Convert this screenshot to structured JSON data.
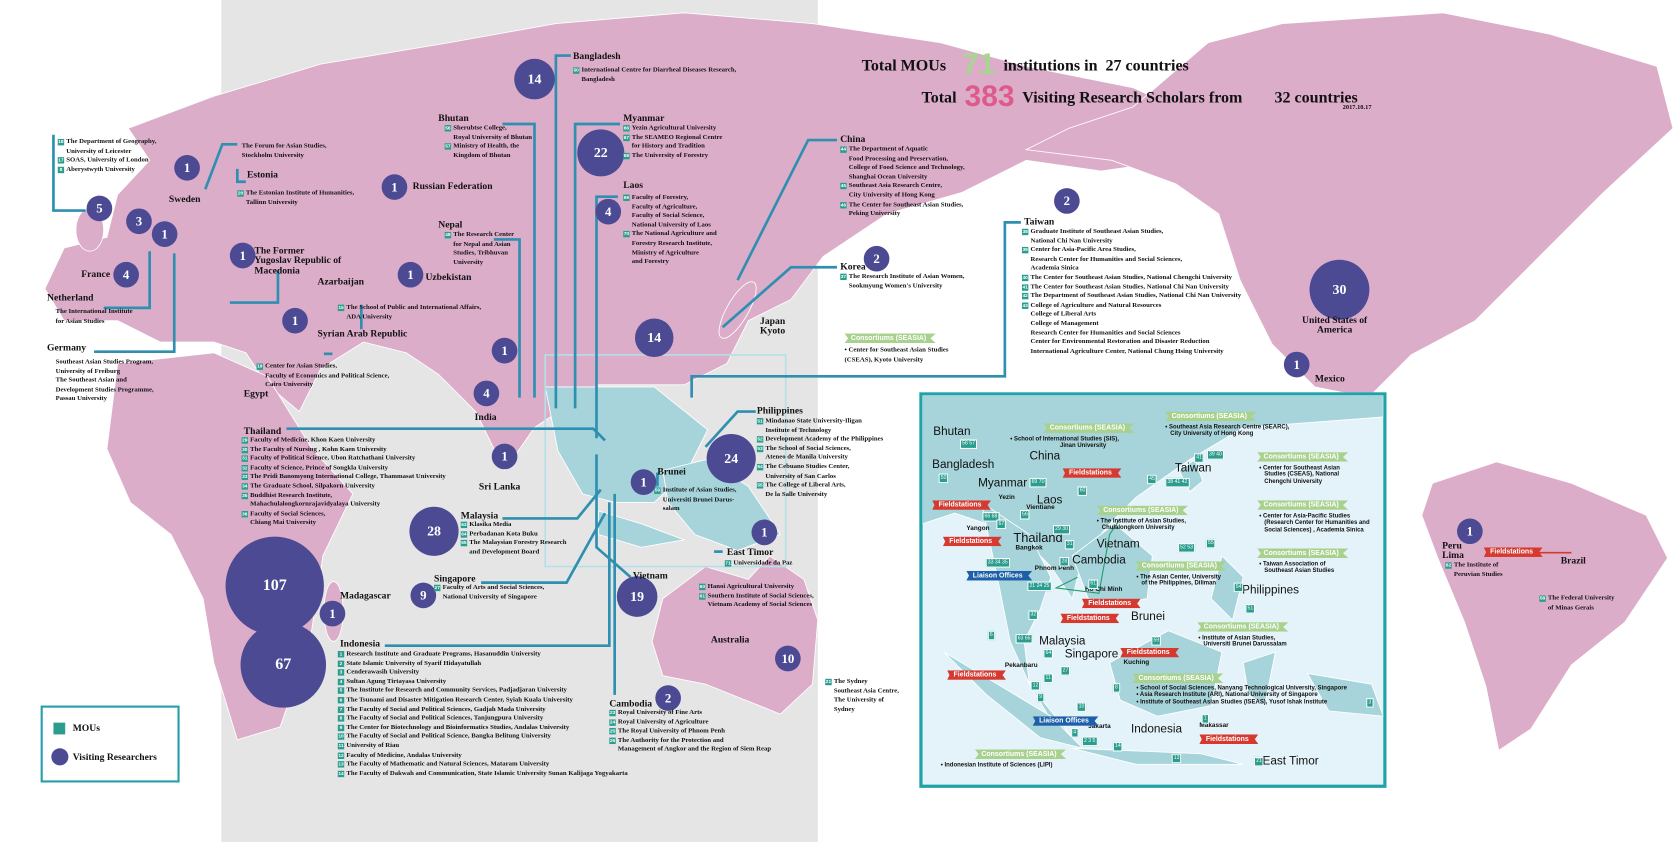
{
  "header": {
    "mou_label": "Total MOUs",
    "mou_count": "71",
    "mou_suffix": "institutions in",
    "mou_countries": "27",
    "countries_word": "countries",
    "visitors_label": "Total",
    "visitors_count": "383",
    "visitors_suffix": "Visiting Research Scholars from",
    "visitors_countries": "32",
    "visitors_countries_word": "countries",
    "date": "2017.10.17"
  },
  "legend": {
    "mous": "MOUs",
    "visitors": "Visiting Researchers"
  },
  "colors": {
    "land": "#dcadc9",
    "sea_band": "#e5e5e5",
    "seasia_land": "#a6d4da",
    "circle": "#4b4a93",
    "mou_badge": "#2a9d8f",
    "connector": "#2e8fb0",
    "mou_total": "#a8d692",
    "visitor_total": "#dd5a8a"
  },
  "circles": [
    "14",
    "1",
    "5",
    "3",
    "1",
    "4",
    "1",
    "1",
    "1",
    "1",
    "22",
    "4",
    "2",
    "2",
    "14",
    "1",
    "4",
    "1",
    "1",
    "24",
    "1",
    "28",
    "9",
    "19",
    "1",
    "107",
    "67",
    "2",
    "10",
    "30",
    "1",
    "1"
  ],
  "countries": [
    {
      "name": "",
      "items": [
        {
          "no": "18",
          "text": "The Department of Geography,\nUniversity of Leicester"
        },
        {
          "no": "17",
          "text": "SOAS, University of London"
        },
        {
          "no": "8",
          "text": "Aberystwyth University"
        }
      ]
    },
    {
      "name": "Sweden",
      "items": [
        {
          "no": "",
          "text": "The Forum for Asian Studies,\nStockholm University"
        }
      ]
    },
    {
      "name": "Estonia",
      "items": [
        {
          "no": "20",
          "text": "The Estonian Institute of Humanities,\nTallinn University"
        }
      ]
    },
    {
      "name": "Russian Federation",
      "items": []
    },
    {
      "name": "The Former\nYugoslav Republic of\nMacedonia",
      "items": []
    },
    {
      "name": "Netherland",
      "items": [
        {
          "no": "",
          "text": "The International Institute\nfor Asian Studies"
        }
      ]
    },
    {
      "name": "France",
      "items": []
    },
    {
      "name": "Germany",
      "items": [
        {
          "no": "",
          "text": "Southeast Asian Studies Program,\nUniversity of Freiburg"
        },
        {
          "no": "",
          "text": "The Southeast Asian and\nDevelopment Studies Programme,\nPassau University"
        }
      ]
    },
    {
      "name": "Azarbaijan",
      "items": [
        {
          "no": "15",
          "text": "The School of Public and International Affairs,\nADA University"
        }
      ]
    },
    {
      "name": "Syrian Arab Republic",
      "items": []
    },
    {
      "name": "Egypt",
      "items": [
        {
          "no": "19",
          "text": "Center for Asian Studies,\nFaculty of Economics and Political Science,\nCairo University"
        }
      ]
    },
    {
      "name": "Uzbekistan",
      "items": []
    },
    {
      "name": "Nepal",
      "items": [
        {
          "no": "48",
          "text": "The Research Center\nfor Nepal and Asian\nStudies, Tribhuvan\nUniversity"
        }
      ]
    },
    {
      "name": "Bhutan",
      "items": [
        {
          "no": "56",
          "text": "Sherubtse College,\nRoyal University of Bhutan"
        },
        {
          "no": "57",
          "text": "Ministry of Health, the\nKingdom of Bhutan"
        }
      ]
    },
    {
      "name": "Bangladesh",
      "items": [
        {
          "no": "50",
          "text": "International Centre for Diarrheal Diseases Research,\nBangladesh"
        }
      ]
    },
    {
      "name": "Myanmar",
      "items": [
        {
          "no": "66",
          "text": "Yezin Agricultural University"
        },
        {
          "no": "67",
          "text": "The SEAMEO Regional Centre\nfor History and Tradition"
        },
        {
          "no": "68",
          "text": "The University of Forestry"
        }
      ]
    },
    {
      "name": "Laos",
      "items": [
        {
          "no": "69",
          "text": "Faculty of Forestry,\nFaculty of Agriculture,\nFaculty of Social Science,\nNational University of Laos"
        },
        {
          "no": "70",
          "text": "The National Agriculture and\nForestry Research Institute,\nMinistry of Agriculture\nand Forestry"
        }
      ]
    },
    {
      "name": "China",
      "items": [
        {
          "no": "44",
          "text": "The Department of Aquatic\nFood Processing and Preservation,\nCollege of Food Science and Technology,\nShanghai Ocean University"
        },
        {
          "no": "45",
          "text": "Southeast Asia Research Centre,\nCity University of Hong Kong"
        },
        {
          "no": "46",
          "text": "The Center for Southeast Asian Studies,\nPeking University"
        }
      ]
    },
    {
      "name": "Korea",
      "items": [
        {
          "no": "37",
          "text": "The Research Institute of Asian Women,\nSookmyung Women's University"
        }
      ]
    },
    {
      "name": "Japan\nKyoto",
      "items": []
    },
    {
      "name": "Taiwan",
      "items": [
        {
          "no": "38",
          "text": "Graduate Institute of Southeast Asian Studies,\nNational Chi Nan University"
        },
        {
          "no": "39",
          "text": "Center for Asia-Pacific Area Studies,\nResearch Center for Humanities and Social Sciences,\nAcademia Sinica"
        },
        {
          "no": "40",
          "text": "The Center for Southeast Asian Studies, National Chengchi University"
        },
        {
          "no": "41",
          "text": "The Center for Southeast Asian Studies, National Chi Nan University"
        },
        {
          "no": "42",
          "text": "The Department of Southeast Asian Studies, National Chi Nan University"
        },
        {
          "no": "43",
          "text": "College of Agriculture and Natural Resources\nCollege of Liberal Arts\nCollege of Management\nResearch Center for Humanities and Social Sciences\nCenter for Environmental Restoration and Disaster Reduction\nInternational Agriculture Center, National Chung Hsing University"
        }
      ]
    },
    {
      "name": "United States of\nAmerica",
      "items": []
    },
    {
      "name": "Mexico",
      "items": []
    },
    {
      "name": "India",
      "items": []
    },
    {
      "name": "Sri Lanka",
      "items": []
    },
    {
      "name": "Thailand",
      "items": [
        {
          "no": "29",
          "text": "Faculty of Medicine, Khon Kaen University"
        },
        {
          "no": "30",
          "text": "The Faculty of Nursing , Kohn Kaen University"
        },
        {
          "no": "31",
          "text": "Faculty of Political Science, Ubon Ratchathani University"
        },
        {
          "no": "32",
          "text": "Faculty of Science, Prince of Songkla University"
        },
        {
          "no": "33",
          "text": "The Pridi Banomyong International College, Thammasat University"
        },
        {
          "no": "34",
          "text": "The Graduate School, Silpakorn University"
        },
        {
          "no": "35",
          "text": "Buddhist Research Institute,\nMahachulalongkornrajavidyalaya University"
        },
        {
          "no": "36",
          "text": "Faculty of Social Sciences,\nChiang Mai University"
        }
      ]
    },
    {
      "name": "Malaysia",
      "items": [
        {
          "no": "63",
          "text": "Klasika Media"
        },
        {
          "no": "64",
          "text": "Perbadanan Kota Buku"
        },
        {
          "no": "65",
          "text": "The Malaysian Forestry Research\nand Development Board"
        }
      ]
    },
    {
      "name": "Singapore",
      "items": [
        {
          "no": "27",
          "text": "Faculty of Arts and Social Sciences,\nNational University of Singapore"
        }
      ]
    },
    {
      "name": "Brunei",
      "items": [
        {
          "no": "59",
          "text": "Institute of Asian Studies,\nUniversiti Brunei Darus-\nsalam"
        }
      ]
    },
    {
      "name": "Philippines",
      "items": [
        {
          "no": "51",
          "text": "Mindanao State University-Iligan\nInstitute of Technology"
        },
        {
          "no": "52",
          "text": "Development Academy of the Philippines"
        },
        {
          "no": "53",
          "text": "The School of Social Sciences,\nAteneo de Manila University"
        },
        {
          "no": "54",
          "text": "The Cebuano Studies Center,\nUniversity of San Carlos"
        },
        {
          "no": "55",
          "text": "The College of Liberal Arts,\nDe la Salle University"
        }
      ]
    },
    {
      "name": "East Timor",
      "items": [
        {
          "no": "71",
          "text": "Universidade da Paz"
        }
      ]
    },
    {
      "name": "Vietnam",
      "items": [
        {
          "no": "60",
          "text": "Hanoi Agricultural University"
        },
        {
          "no": "61",
          "text": "Southern Institute of Social Sciences,\nVietnam Academy of Social Sciences"
        }
      ]
    },
    {
      "name": "Australia",
      "items": [
        {
          "no": "21",
          "text": "The Sydney\nSoutheast Asia Centre,\nThe University of\nSydney"
        }
      ]
    },
    {
      "name": "Cambodia",
      "items": [
        {
          "no": "23",
          "text": "Royal University of Fine Arts"
        },
        {
          "no": "24",
          "text": "Royal University of Agriculture"
        },
        {
          "no": "25",
          "text": "The Royal University of Phnom Penh"
        },
        {
          "no": "26",
          "text": "The Authority for the Protection and\nManagement of Angkor and the Region of Siem Reap"
        }
      ]
    },
    {
      "name": "Madagascar",
      "items": []
    },
    {
      "name": "Indonesia",
      "items": [
        {
          "no": "1",
          "text": "Research Institute and Graduate Programs, Hasanuddin University"
        },
        {
          "no": "2",
          "text": "State Islamic University of Syarif Hidayatullah"
        },
        {
          "no": "3",
          "text": "Cenderawasih University"
        },
        {
          "no": "4",
          "text": "Sultan Agung Tirtayasa University"
        },
        {
          "no": "5",
          "text": "The Institute for Research and Community Services, Padjadjaran University"
        },
        {
          "no": "6",
          "text": "The Tsunami and Disaster Mitigation Research Center, Syiah Kuala University"
        },
        {
          "no": "7",
          "text": "The Faculty of Social and Political Sciences, Gadjah Mada University"
        },
        {
          "no": "8",
          "text": "The Faculty of Social and Political Sciences, Tanjungpura University"
        },
        {
          "no": "9",
          "text": "The Center for Biotechnology and Bioinformatics Studies, Andalas University"
        },
        {
          "no": "10",
          "text": "The Faculty of Social and Political Science, Bangka Belitung University"
        },
        {
          "no": "11",
          "text": "University of Riau"
        },
        {
          "no": "12",
          "text": "Faculty of Medicine, Andalas University"
        },
        {
          "no": "13",
          "text": "The Faculty of Mathematic and Natural Sciences, Mataram University"
        },
        {
          "no": "14",
          "text": "The Faculty of Dakwah and Communication, State Islamic University Sunan Kalijaga Yogyakarta"
        }
      ]
    },
    {
      "name": "Peru\nLima",
      "items": [
        {
          "no": "62",
          "text": "The Institute of\nPeruvian Studies"
        }
      ]
    },
    {
      "name": "Brazil",
      "items": [
        {
          "no": "58",
          "text": "The Federal University\nof Minas Gerais"
        }
      ]
    }
  ],
  "kyoto_consortium": {
    "ribbon": "Consortiums (SEASIA)",
    "text": "•  Center for Southeast Asian Studies\n    (CSEAS), Kyoto University"
  },
  "peru_fieldstation": "Fieldstations",
  "inset": {
    "labels": [
      "Bhutan",
      "Bangladesh",
      "China",
      "Myanmar",
      "Taiwan",
      "Laos",
      "Yezin",
      "Vientiane",
      "Yangon",
      "Thailand",
      "Bangkok",
      "Vietnam",
      "Cambodia",
      "Phnom Penh",
      "Ho Chi Minh",
      "Philippines",
      "Brunei",
      "Malaysia",
      "Singapore",
      "Kuching",
      "Pekanbaru",
      "Indonesia",
      "Jakarta",
      "Makassar",
      "East Timor"
    ],
    "badges": [
      "56 57",
      "50",
      "69 70",
      "60",
      "45",
      "41",
      "39 40",
      "38 41 42",
      "66 68",
      "67",
      "56",
      "29 30",
      "31",
      "52 53",
      "55",
      "33 34 35",
      "28",
      "21 24 25",
      "61",
      "54",
      "51",
      "32",
      "6",
      "63 65",
      "59",
      "64",
      "27",
      "11",
      "12",
      "8",
      "9",
      "10",
      "1",
      "4",
      "2 3 5",
      "14",
      "13",
      "21",
      "3"
    ],
    "fieldstations": [
      "Fieldstations",
      "Fieldstations",
      "Fieldstations",
      "Fieldstations",
      "Fieldstations",
      "Fieldstations",
      "Fieldstations",
      "Fieldstations"
    ],
    "liaison": [
      "Liaison Offices",
      "Liaison Offices"
    ],
    "consortiums": [
      {
        "ribbon": "Consortiums (SEASIA)",
        "text": "• School of International Studies (SIS),\n                              Jinan University"
      },
      {
        "ribbon": "Consortiums (SEASIA)",
        "text": "• Southeast Asia Research Centre (SEARC),\n   City University of Hong Kong"
      },
      {
        "ribbon": "Consortiums (SEASIA)",
        "text": "• Center for Southeast Asian\n   Studies (CSEAS), National\n   Chengchi University"
      },
      {
        "ribbon": "Consortiums (SEASIA)",
        "text": "• Center for Asia-Pacific Studies\n   (Research Center for Humanities and\n   Social Sciences) , Academia Sinica"
      },
      {
        "ribbon": "Consortiums (SEASIA)",
        "text": "• Taiwan Association of\n   Southeast Asian Studies"
      },
      {
        "ribbon": "Consortiums (SEASIA)",
        "text": "• The Institute of Asian Studies,\n   Chulalongkorn University"
      },
      {
        "ribbon": "Consortiums (SEASIA)",
        "text": "• The Asian Center, University\n   of the Philippines, Diliman"
      },
      {
        "ribbon": "Consortiums (SEASIA)",
        "text": "• Institute of Asian Studies,\n   Universiti Brunei Darussalam"
      },
      {
        "ribbon": "Consortiums (SEASIA)",
        "text": "• School of Social Sciences, Nanyang Technological University, Singapore\n• Asia Research Institute (ARI), National University of Singapore\n• Institute of Southeast Asian Studies (ISEAS), Yusof Ishak Institute"
      },
      {
        "ribbon": "Consortiums (SEASIA)",
        "text": "• Indonesian Institute of Sciences (LIPI)"
      }
    ]
  }
}
